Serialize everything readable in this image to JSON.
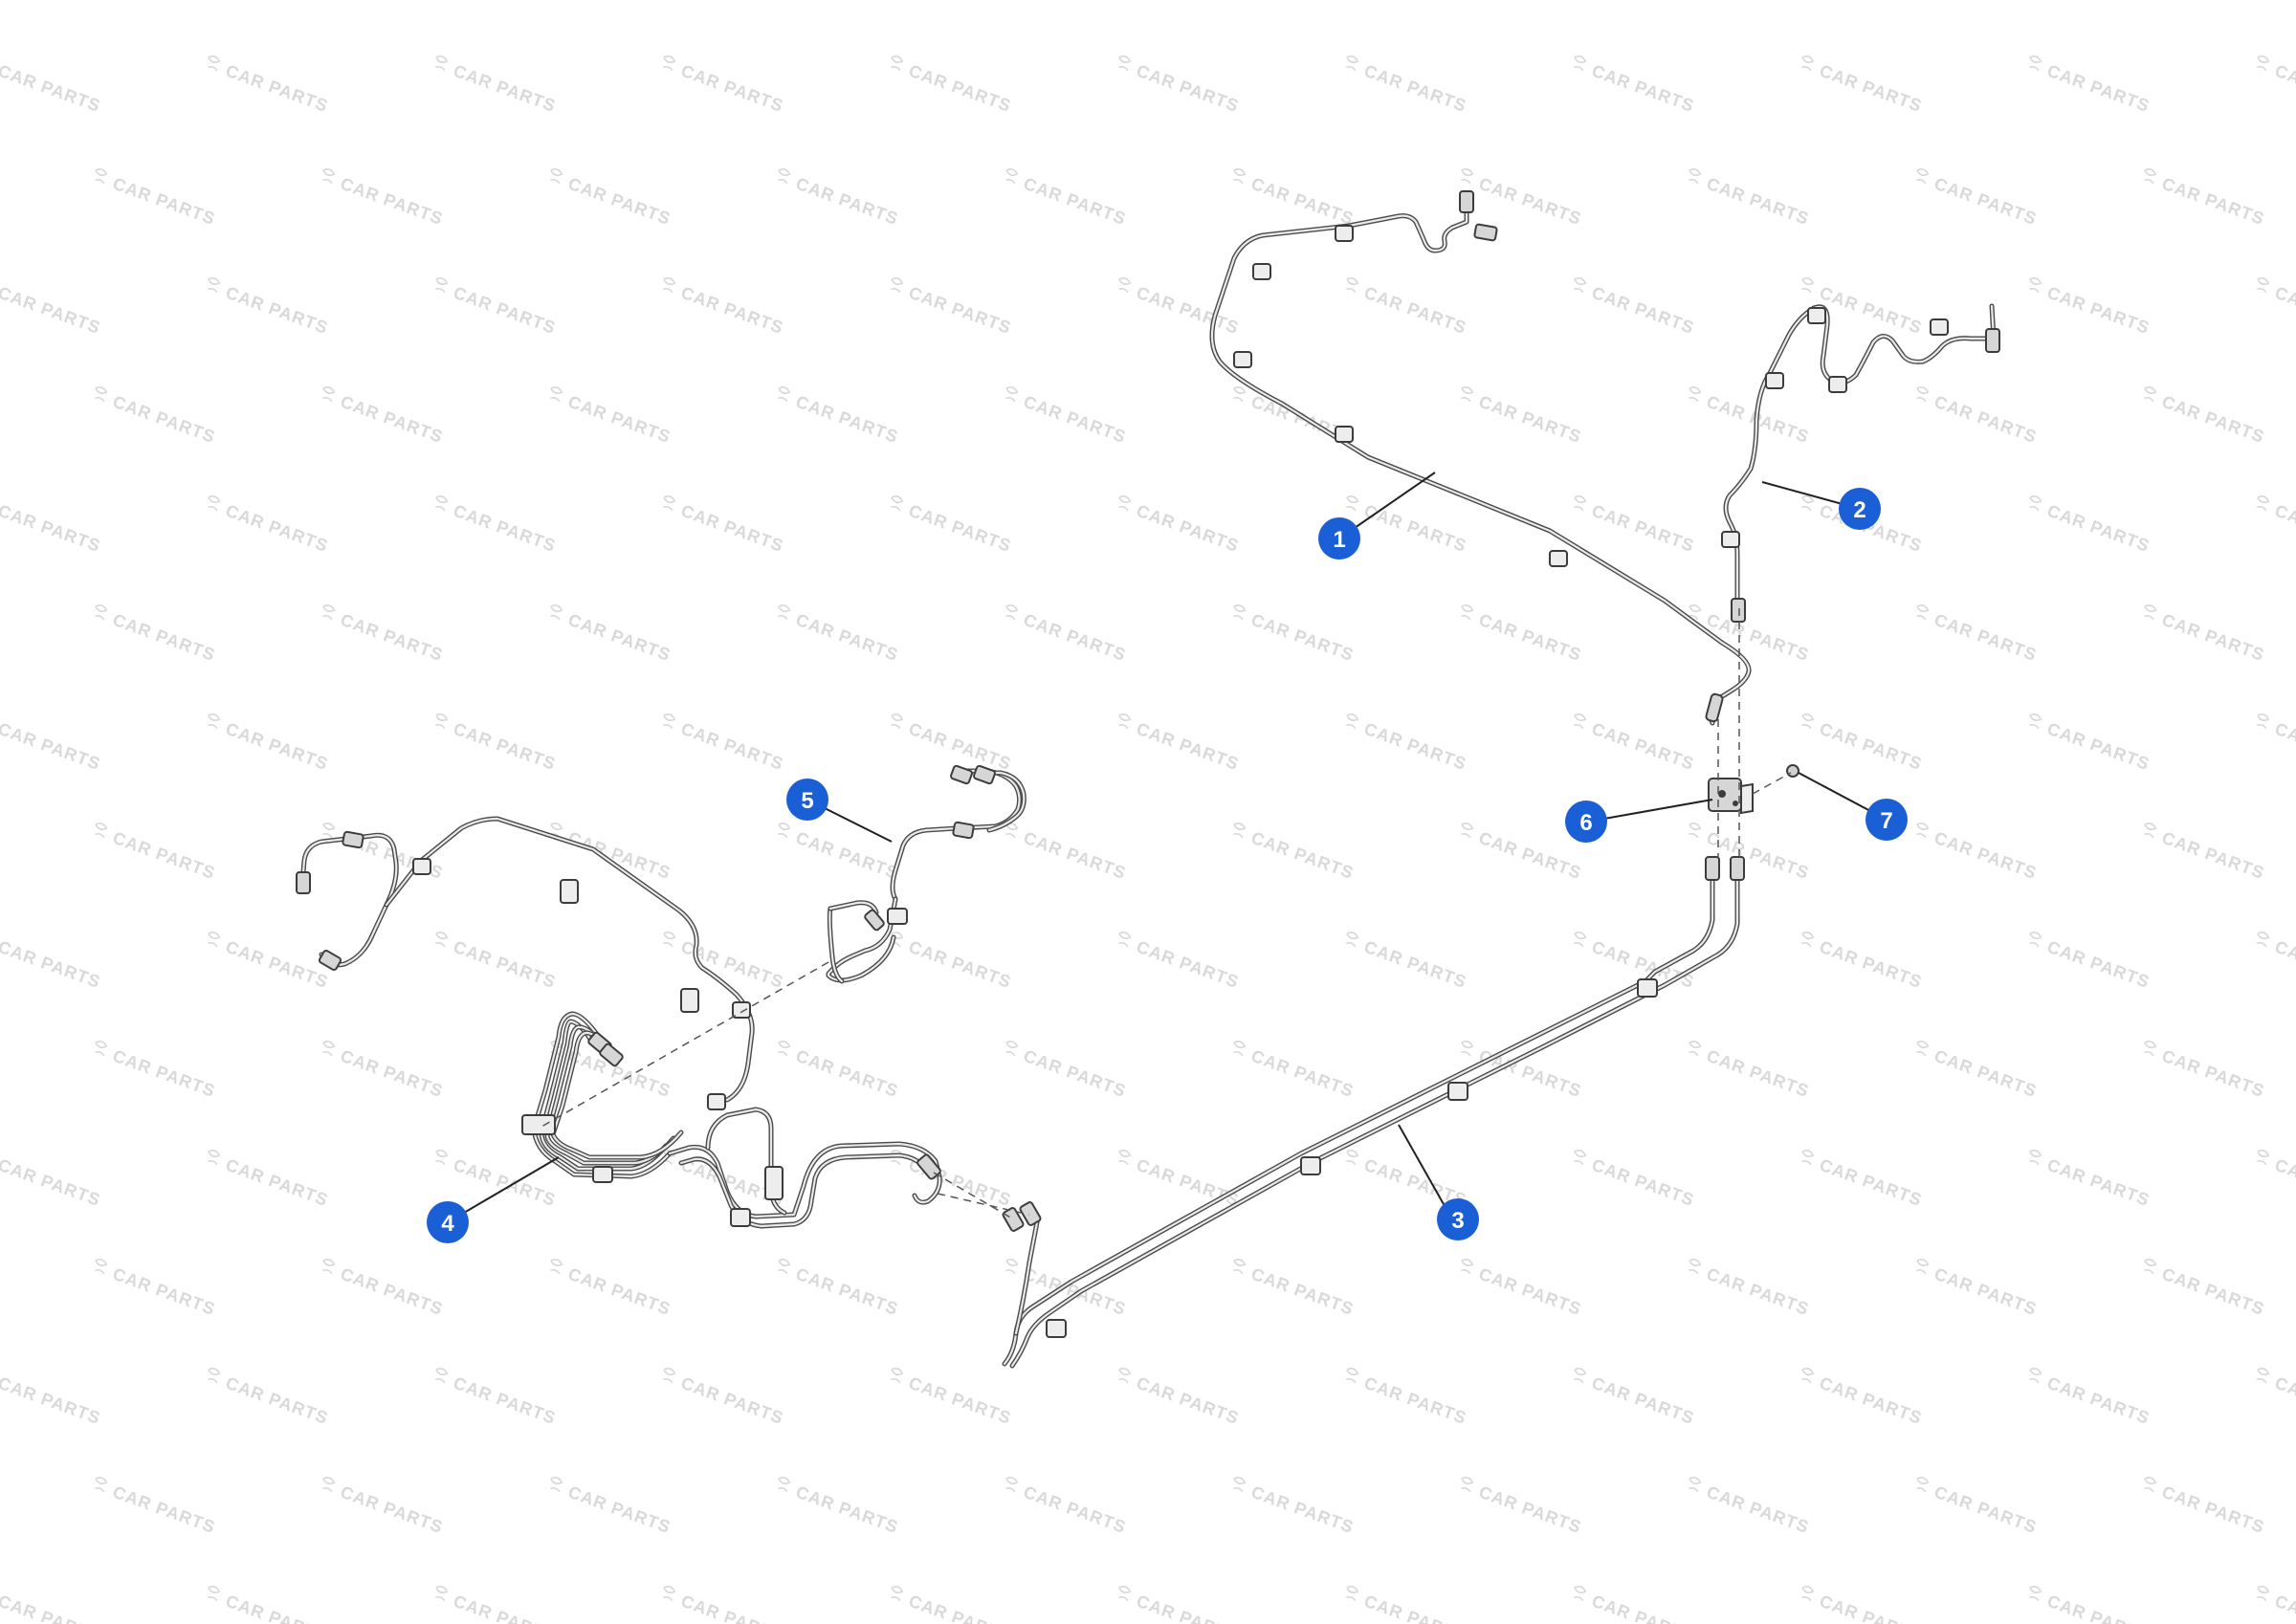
{
  "watermark": {
    "text": "CAR PARTS",
    "color": "#d9d9d9"
  },
  "colors": {
    "callout": "#1a5fd6",
    "callout_text": "#ffffff",
    "pipe": "#4a4a4a",
    "background": "#ffffff"
  },
  "callouts": [
    {
      "id": "1",
      "label": "1"
    },
    {
      "id": "2",
      "label": "2"
    },
    {
      "id": "3",
      "label": "3"
    },
    {
      "id": "4",
      "label": "4"
    },
    {
      "id": "5",
      "label": "5"
    },
    {
      "id": "6",
      "label": "6"
    },
    {
      "id": "7",
      "label": "7"
    }
  ]
}
